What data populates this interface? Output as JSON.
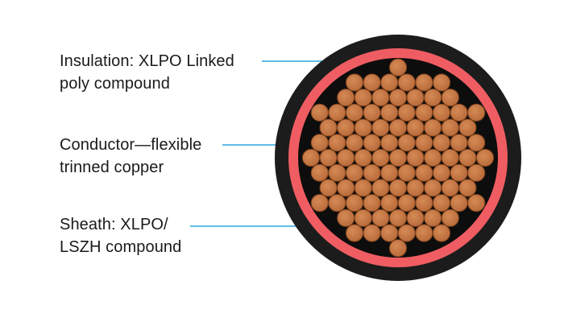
{
  "labels": [
    {
      "id": "insulation",
      "lines": [
        "Insulation: XLPO Linked",
        "poly compound"
      ]
    },
    {
      "id": "conductor",
      "lines": [
        "Conductor—flexible",
        "trinned copper"
      ]
    },
    {
      "id": "sheath",
      "lines": [
        "Sheath: XLPO/",
        "LSZH compound"
      ]
    }
  ],
  "colors": {
    "sheath": "#1c1c1c",
    "insulation": "#ef5d62",
    "strand_fill": "#b86a3a",
    "strand_edge": "#7a3f1a",
    "strand_highlight": "#d58a55",
    "conductor_gap": "#0d0d0d",
    "leader_line": "#29a9e0"
  }
}
